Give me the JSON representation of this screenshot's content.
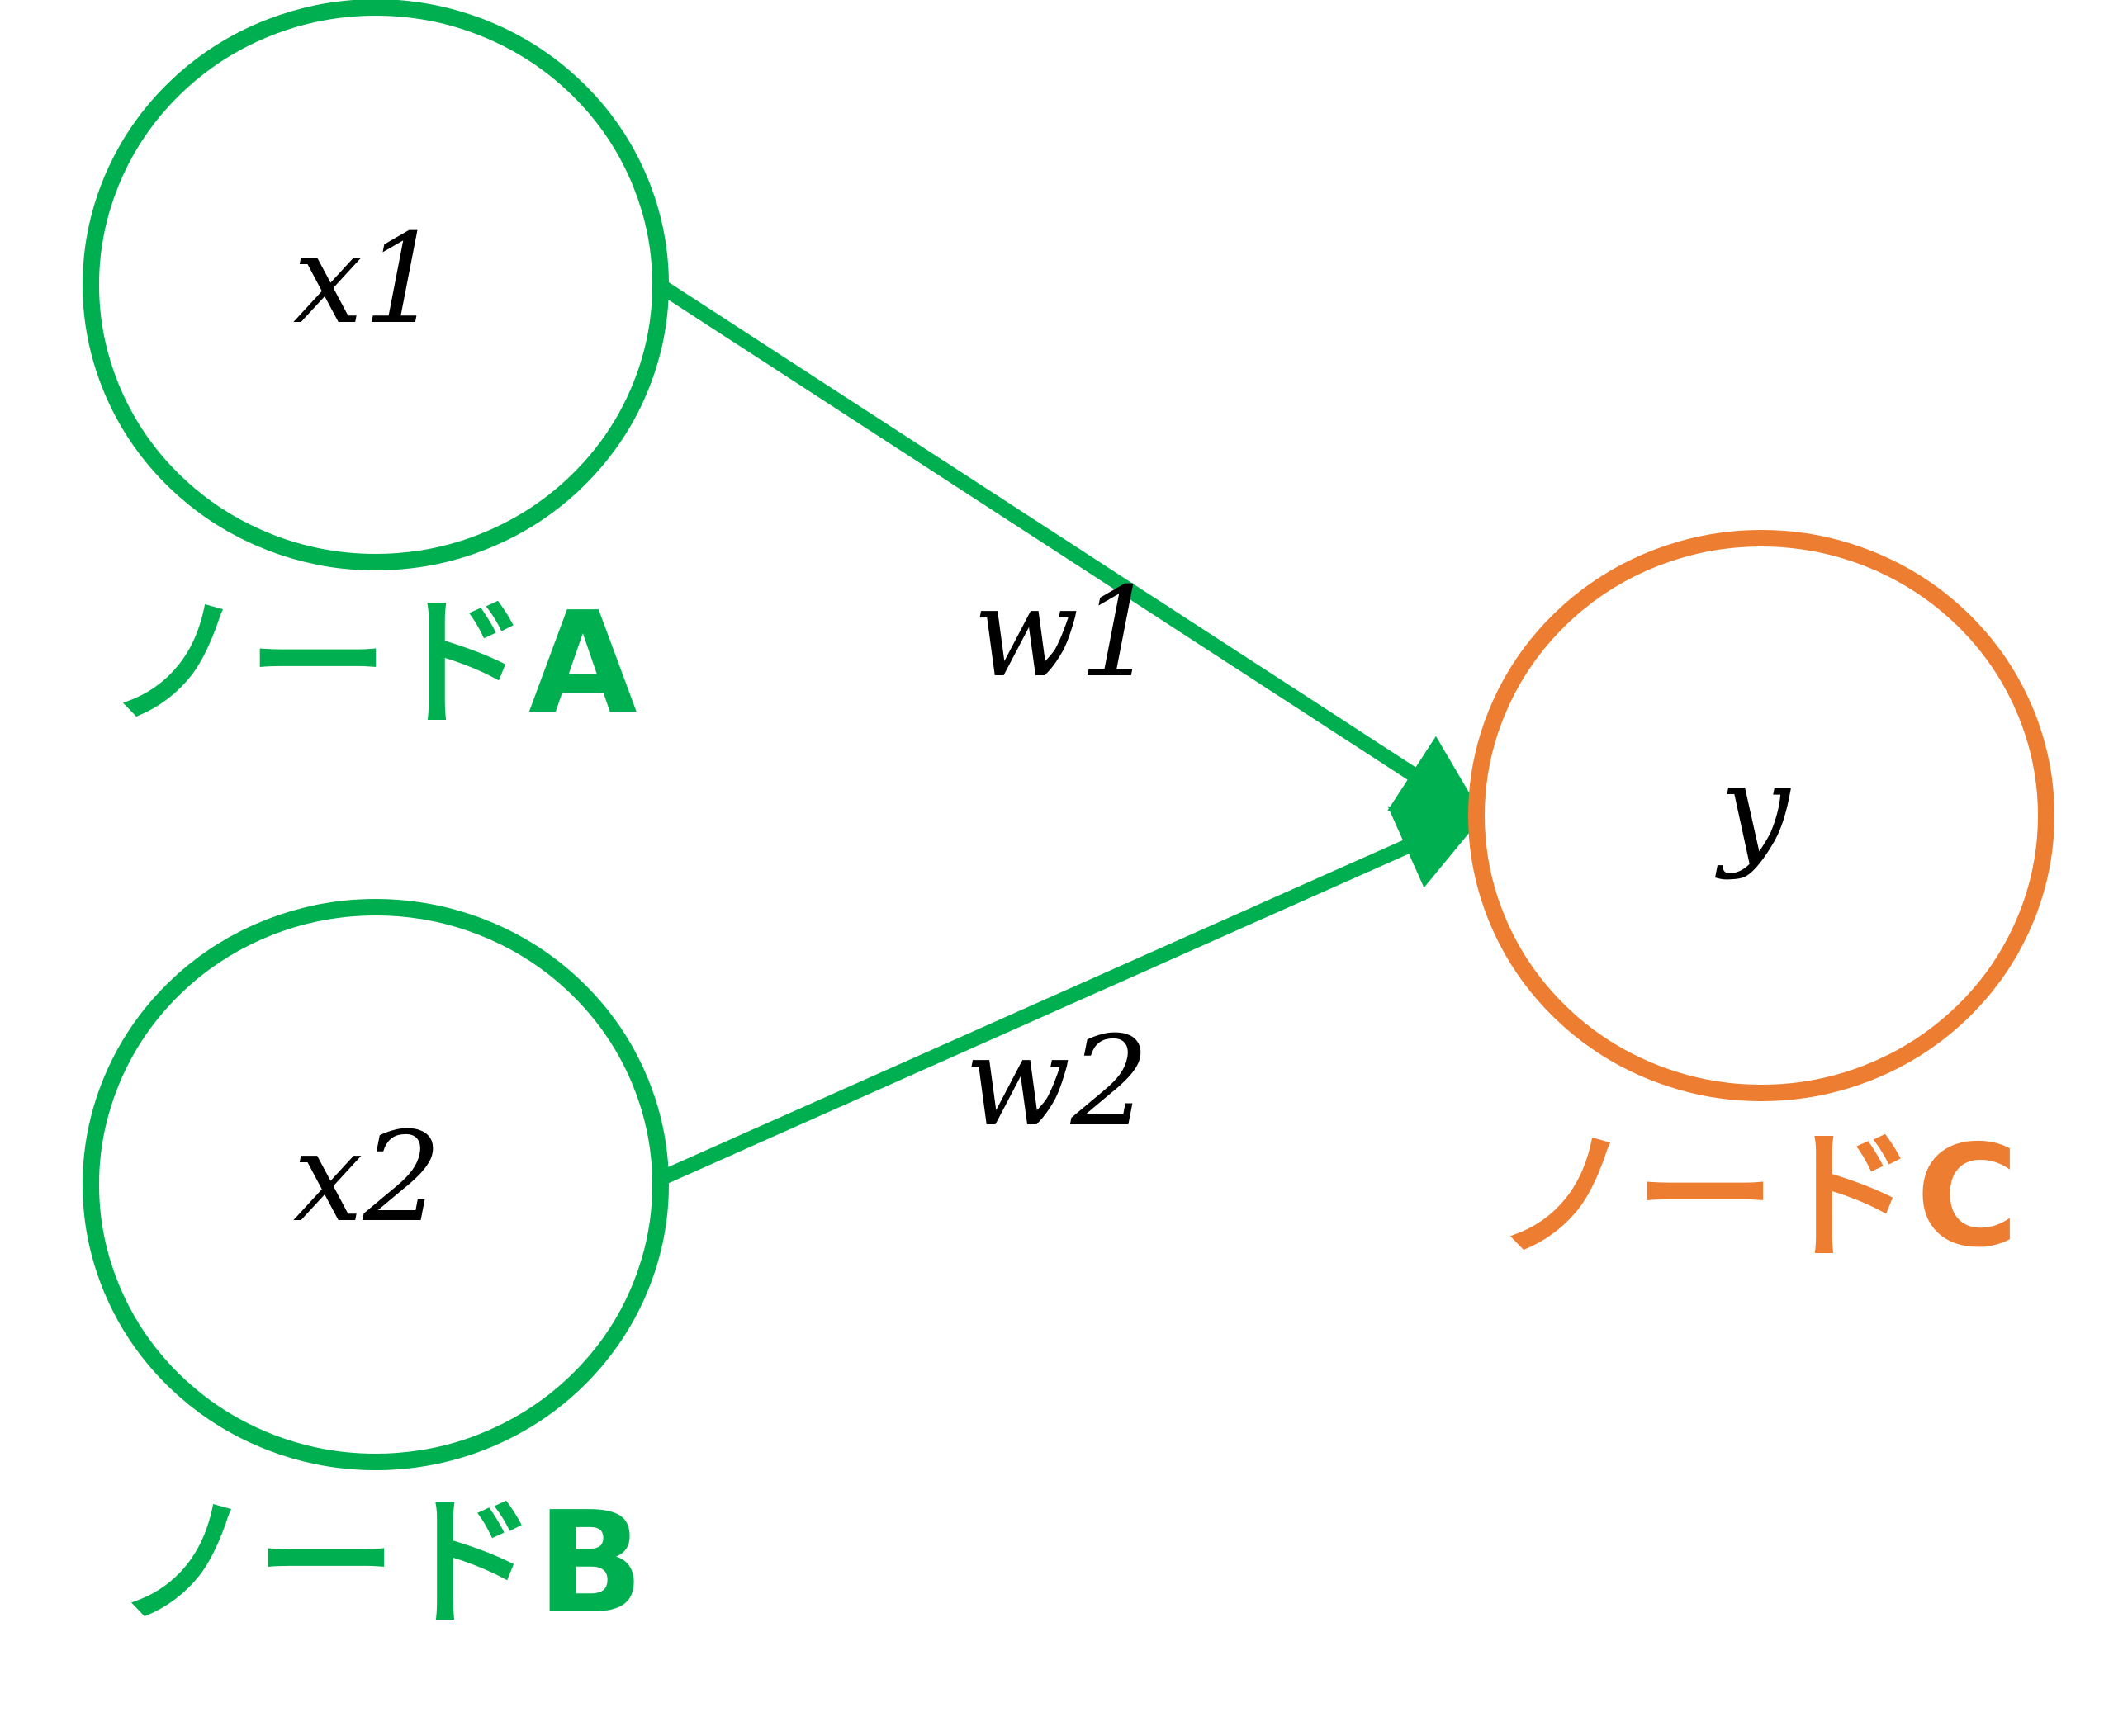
{
  "colors": {
    "input": "#00b050",
    "output": "#ed7d31",
    "edge": "#00b050",
    "text": "#000000"
  },
  "nodes": {
    "a": {
      "var": "x1",
      "name": "ノードA"
    },
    "b": {
      "var": "x2",
      "name": "ノードB"
    },
    "c": {
      "var": "y",
      "name": "ノードC"
    }
  },
  "edges": {
    "ac": {
      "weight": "w1"
    },
    "bc": {
      "weight": "w2"
    }
  }
}
